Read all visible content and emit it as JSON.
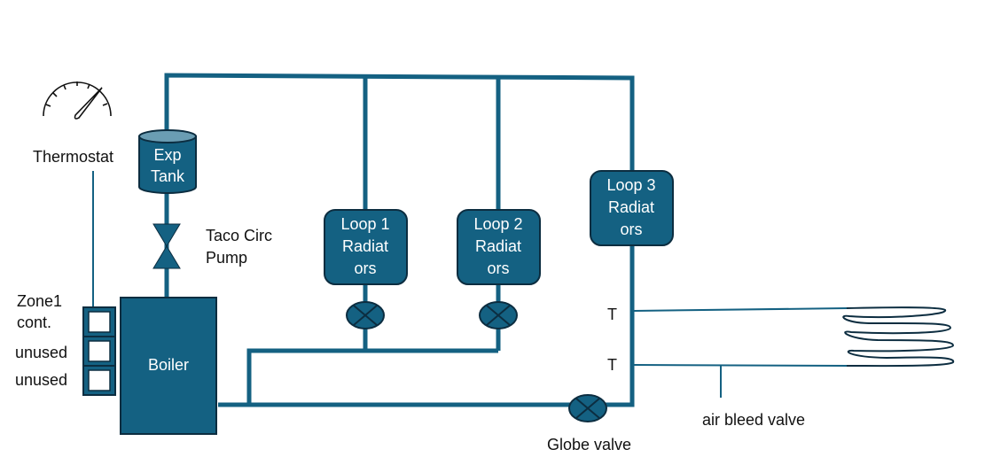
{
  "diagram": {
    "type": "hydronic heating schematic",
    "colors": {
      "pipe": "#146182",
      "outline": "#0c2d40",
      "tank_top": "#6a9db3",
      "label_text": "#111111",
      "component_text": "#ffffff"
    },
    "thermostat": {
      "label": "Thermostat",
      "icon": "gauge-icon"
    },
    "expansion_tank": {
      "line1": "Exp",
      "line2": "Tank"
    },
    "pump": {
      "line1": "Taco Circ",
      "line2": "Pump",
      "icon": "valve-bowtie-icon"
    },
    "boiler": {
      "label": "Boiler"
    },
    "zone_controls": [
      {
        "line1": "Zone1",
        "line2": "cont."
      },
      {
        "line1": "unused",
        "line2": ""
      },
      {
        "line1": "unused",
        "line2": ""
      }
    ],
    "loops": [
      {
        "line1": "Loop 1",
        "line2": "Radiat",
        "line3": "ors"
      },
      {
        "line1": "Loop 2",
        "line2": "Radiat",
        "line3": "ors"
      },
      {
        "line1": "Loop 3",
        "line2": "Radiat",
        "line3": "ors"
      }
    ],
    "tee_labels": [
      "T",
      "T"
    ],
    "globe_valve": {
      "label": "Globe valve"
    },
    "air_bleed": {
      "label": "air bleed valve"
    }
  }
}
